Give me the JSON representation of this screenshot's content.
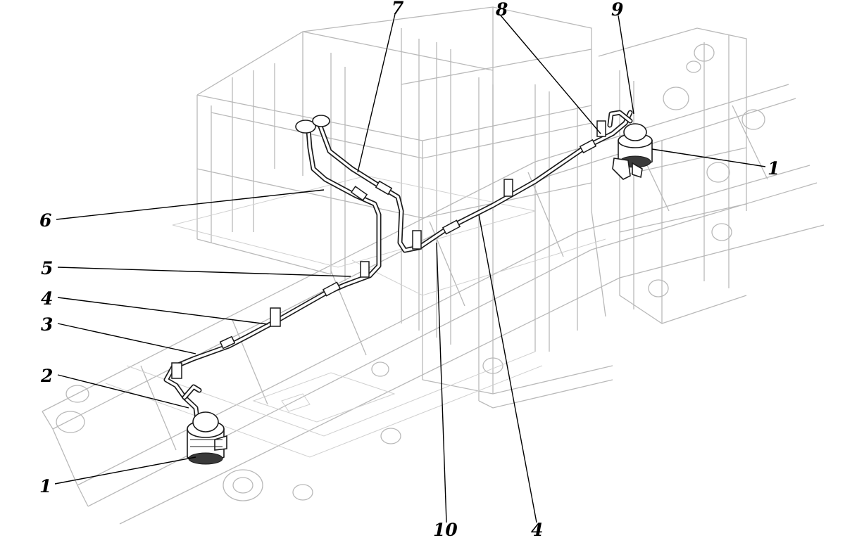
{
  "callouts": {
    "c1_top": "1",
    "c1_bottom": "1",
    "c2": "2",
    "c3": "3",
    "c4_left": "4",
    "c4_bottom": "4",
    "c5": "5",
    "c6": "6",
    "c7": "7",
    "c8": "8",
    "c9": "9",
    "c10": "10"
  }
}
